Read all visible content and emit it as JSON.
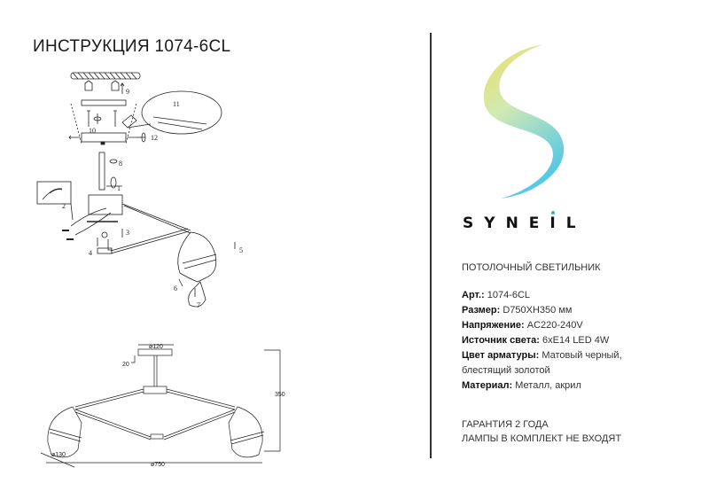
{
  "header": {
    "title": "ИНСТРУКЦИЯ 1074-6CL"
  },
  "assembly_diagram": {
    "step_labels": [
      "1",
      "2",
      "3",
      "4",
      "5",
      "6",
      "7",
      "8",
      "9",
      "10",
      "11",
      "12"
    ]
  },
  "dimension_drawing": {
    "mount_diameter": "ø120",
    "mount_height": "20",
    "total_height": "350",
    "shade_diameter": "ø130",
    "total_diameter": "ø750"
  },
  "brand": {
    "name": "SYNEIL",
    "letters": [
      "S",
      "Y",
      "N",
      "E",
      "I",
      "L"
    ],
    "logo_icon": "wave-s-logo",
    "colors": {
      "yellow": "#e8d84a",
      "cyan": "#3bbfe0",
      "dot": "#29b6e0"
    }
  },
  "product": {
    "type": "ПОТОЛОЧНЫЙ СВЕТИЛЬНИК",
    "specs": [
      {
        "label": "Арт.:",
        "value": "1074-6CL"
      },
      {
        "label": "Размер:",
        "value": "D750XH350 мм"
      },
      {
        "label": "Напряжение:",
        "value": "AC220-240V"
      },
      {
        "label": "Источник света:",
        "value": "6xE14 LED 4W"
      },
      {
        "label": "Цвет арматуры:",
        "value": "Матовый черный,",
        "value_cont": "блестящий золотой"
      },
      {
        "label": "Материал:",
        "value": "Металл, акрил"
      }
    ],
    "warranty": "ГАРАНТИЯ 2 ГОДА",
    "lamps_note": "ЛАМПЫ В КОМПЛЕКТ НЕ ВХОДЯТ"
  }
}
